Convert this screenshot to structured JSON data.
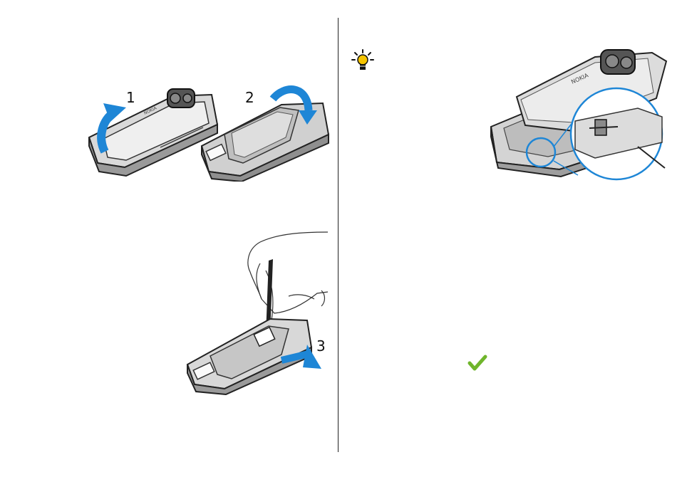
{
  "steps": {
    "one": "1",
    "two": "2",
    "three": "3"
  },
  "phone": {
    "brand": "NOKIA"
  },
  "icons": {
    "tip": "lightbulb-icon",
    "check": "checkmark-icon"
  },
  "colors": {
    "arrow_blue": "#1e86d6",
    "check_green": "#6fb52b",
    "tip_yellow": "#f5c400"
  }
}
